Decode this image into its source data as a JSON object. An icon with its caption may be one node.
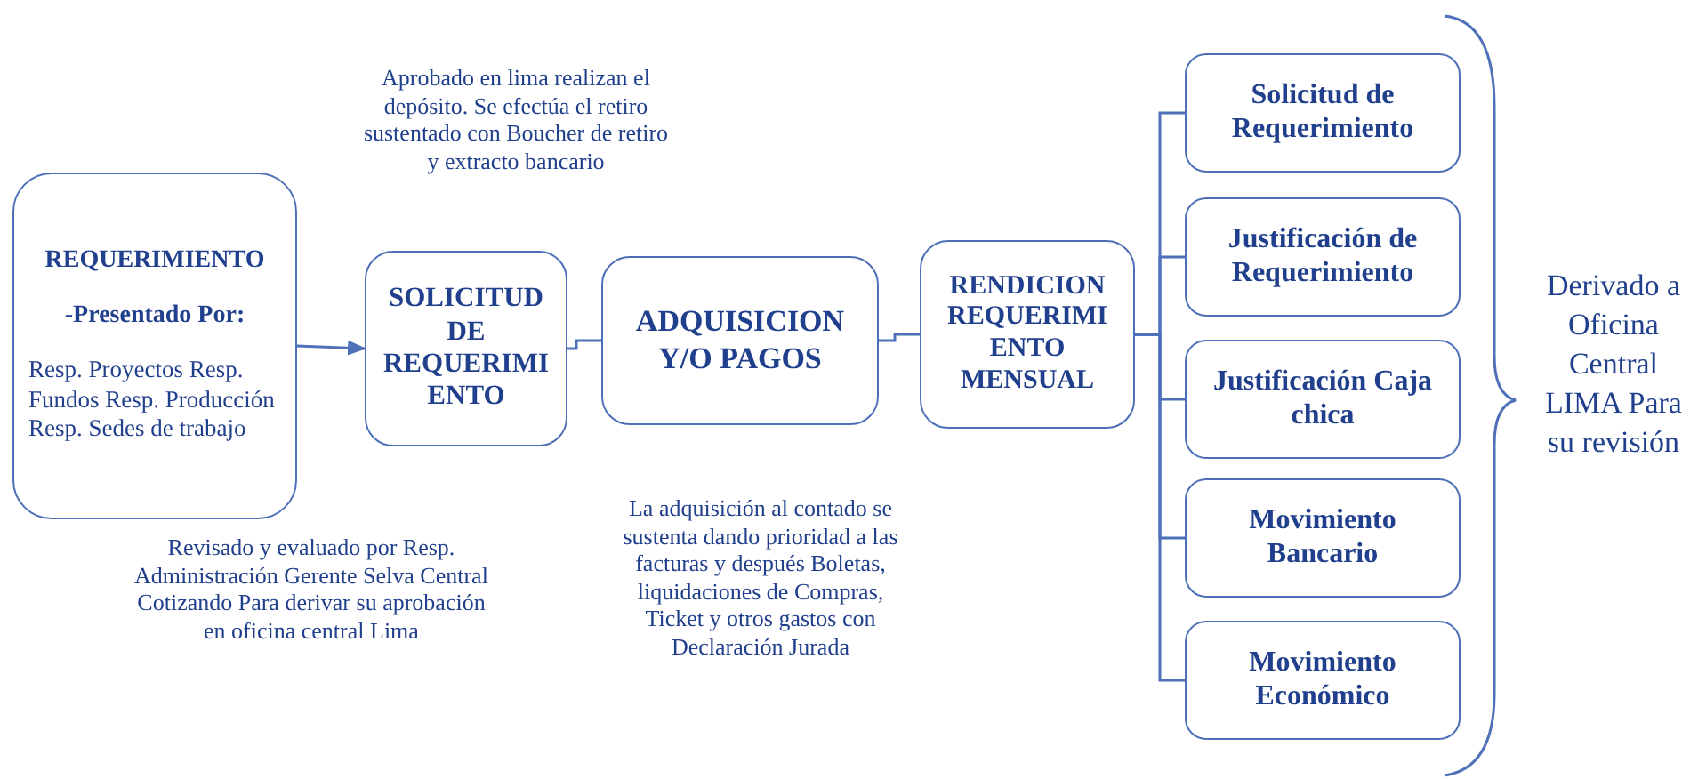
{
  "diagram": {
    "nodes": [
      {
        "text": [
          "REQUERIMIENTO",
          "-Presentado Por:",
          "Resp. Proyectos Resp. Fundos Resp. Producción Resp. Sedes de trabajo"
        ],
        "beside": [
          "Revisado y evaluado por Resp. Administración Gerente Selva Central Cotizando Para derivar su aprobación en oficina central Lima"
        ]
      },
      {
        "text": [
          "SOLICITUD DE REQUERIMI ENTO"
        ],
        "beside": [
          "Aprobado en lima realizan el depósito. Se efectúa el retiro sustentado con Boucher de retiro y extracto bancario"
        ]
      },
      {
        "text": [
          "ADQUISICION Y/O PAGOS"
        ],
        "beside": [
          "La adquisición al contado se sustenta dando prioridad a las facturas y después Boletas, liquidaciones de Compras, Ticket y otros gastos con Declaración Jurada"
        ]
      },
      {
        "text": [
          "RENDICION REQUERIMI ENTO MENSUAL"
        ]
      },
      {
        "text": [
          "Solicitud de Requerimiento"
        ]
      },
      {
        "text": [
          "Justificación de Requerimiento"
        ]
      },
      {
        "text": [
          "Justificación Caja chica"
        ]
      },
      {
        "text": [
          "Movimiento Bancario"
        ]
      },
      {
        "text": [
          "Movimiento Económico"
        ]
      }
    ],
    "edges": [
      {
        "from": 0,
        "to": 1,
        "arrow": "to"
      },
      {
        "from": 1,
        "to": 2,
        "arrow": "none"
      },
      {
        "from": 2,
        "to": 3,
        "arrow": "none"
      },
      {
        "from": 3,
        "to": 4,
        "arrow": "none"
      },
      {
        "from": 3,
        "to": 5,
        "arrow": "none"
      },
      {
        "from": 3,
        "to": 6,
        "arrow": "none"
      },
      {
        "from": 3,
        "to": 7,
        "arrow": "none"
      },
      {
        "from": 3,
        "to": 8,
        "arrow": "none"
      }
    ],
    "labels": [
      "Derivado a Oficina Central LIMA Para su revisión"
    ]
  }
}
